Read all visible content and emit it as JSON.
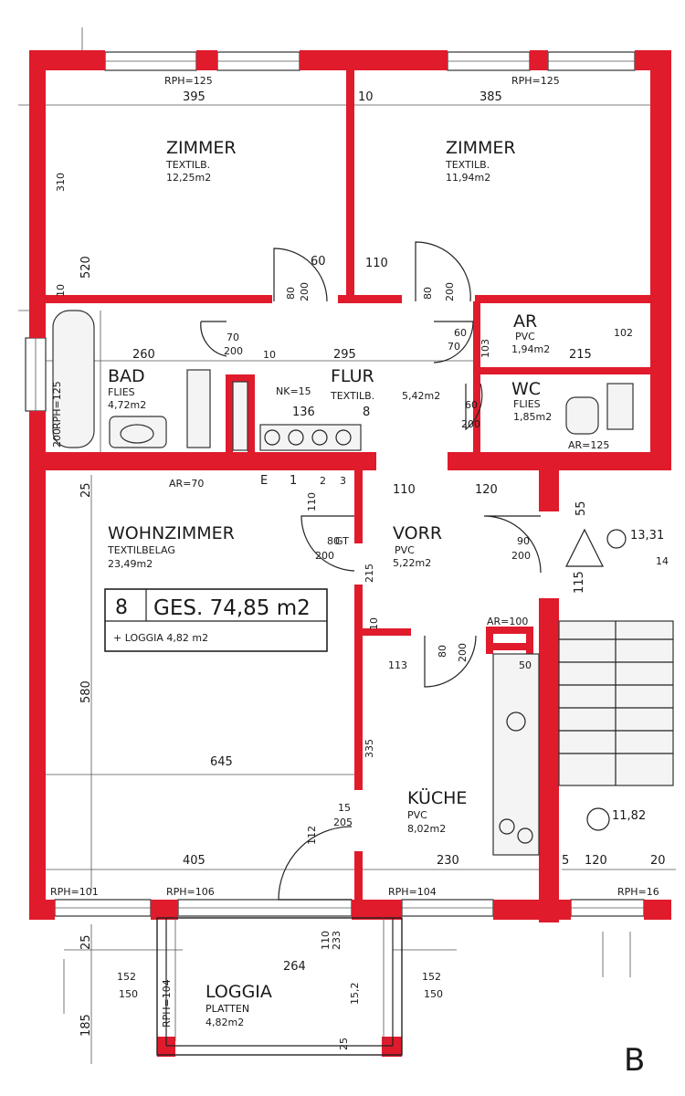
{
  "colors": {
    "wall": "#e01b2c",
    "line": "#222222",
    "background": "#ffffff"
  },
  "rooms": {
    "zimmer_left": {
      "name": "ZIMMER",
      "floor": "TEXTILB.",
      "area": "12,25m2"
    },
    "zimmer_right": {
      "name": "ZIMMER",
      "floor": "TEXTILB.",
      "area": "11,94m2"
    },
    "bad": {
      "name": "BAD",
      "floor": "FLIES",
      "area": "4,72m2"
    },
    "flur": {
      "name": "FLUR",
      "floor": "TEXTILB.",
      "area": "5,42m2"
    },
    "ar": {
      "name": "AR",
      "floor": "PVC",
      "area": "1,94m2"
    },
    "wc": {
      "name": "WC",
      "floor": "FLIES",
      "area": "1,85m2"
    },
    "wohnzimmer": {
      "name": "WOHNZIMMER",
      "floor": "TEXTILBELAG",
      "area": "23,49m2"
    },
    "vorr": {
      "name": "VORR",
      "floor": "PVC",
      "area": "5,22m2"
    },
    "kueche": {
      "name": "KÜCHE",
      "floor": "PVC",
      "area": "8,02m2"
    },
    "loggia": {
      "name": "LOGGIA",
      "floor": "PLATTEN",
      "area": "4,82m2"
    }
  },
  "summary": {
    "unit_number": "8",
    "total": "GES. 74,85 m2",
    "loggia_note": "+ LOGGIA 4,82 m2"
  },
  "dimensions": {
    "top_left_width": "395",
    "top_right_width": "385",
    "top_mid_wall": "10",
    "rph_top_left": "RPH=125",
    "rph_top_right": "RPH=125",
    "left_height_upper": "310",
    "left_height": "520",
    "door_60_left": "60",
    "door_110": "110",
    "door_80_left": "80",
    "door_200_left": "200",
    "door_80_right": "80",
    "door_200_right": "200",
    "bad_width": "260",
    "flur_width": "295",
    "ar_width": "215",
    "ar_right": "102",
    "nk": "NK=15",
    "nk_136": "136",
    "nk_8": "8",
    "bad_door_70": "70",
    "bad_door_200": "200",
    "wall_10_left": "10",
    "wall_10_bad": "10",
    "ar_door_60": "60",
    "ar_door_70": "70",
    "ar_door_103": "103",
    "wc_door_60": "60",
    "wc_door_200": "200",
    "wc_rph": "AR=125",
    "rph_side_left": "RPH=125",
    "height_200_left": "200",
    "wall_25": "25",
    "ar_70": "AR=70",
    "e_label": "E",
    "e1": "1",
    "e2": "2",
    "e3": "3",
    "vorr_110": "110",
    "vorr_120": "120",
    "living_height": "580",
    "living_width": "645",
    "gt_80": "80",
    "gt_label": "GT",
    "gt_200": "200",
    "vorr_215": "215",
    "vorr_110_vert": "110",
    "door_90": "90",
    "door_200_vorr": "200",
    "stair_55": "55",
    "stair_115": "115",
    "stair_13": "13,31",
    "stair_14": "14",
    "ar_100": "AR=100",
    "wall_10_vorr": "10",
    "v_113": "113",
    "v_335": "335",
    "k_80": "80",
    "k_200": "200",
    "k_50": "50",
    "k_15_205": "205",
    "k_15": "15",
    "k_112": "112",
    "living_405": "405",
    "kitchen_230": "230",
    "stair_5": "5",
    "stair_120": "120",
    "stair_20": "20",
    "stair_1182": "11,82",
    "rph_bottom_1": "RPH=101",
    "rph_bottom_2": "RPH=106",
    "rph_bottom_3": "RPH=104",
    "rph_bottom_4": "RPH=16",
    "loggia_264": "264",
    "loggia_152_l": "152",
    "loggia_150_l": "150",
    "loggia_152_r": "152",
    "loggia_150_r": "150",
    "loggia_25_top": "25",
    "loggia_25_bot": "25",
    "loggia_185": "185",
    "loggia_110": "110",
    "loggia_233": "233",
    "loggia_152_mid": "15,2",
    "loggia_rph": "RPH=104",
    "sheet_letter": "B"
  }
}
